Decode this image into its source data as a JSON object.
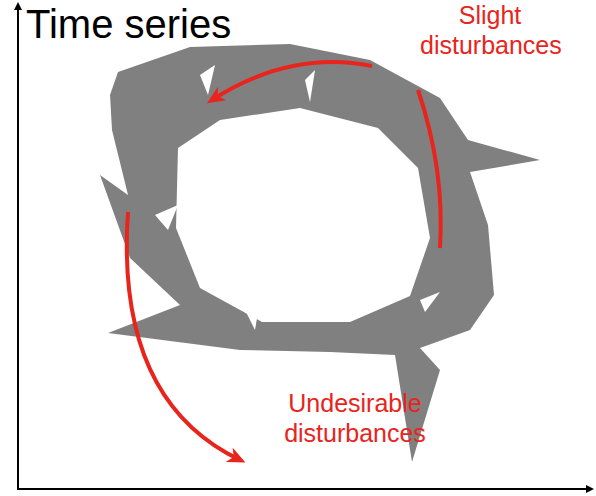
{
  "diagram": {
    "title": "Time series",
    "labels": [
      "Slight disturbances",
      "Undesirable disturbances"
    ]
  }
}
